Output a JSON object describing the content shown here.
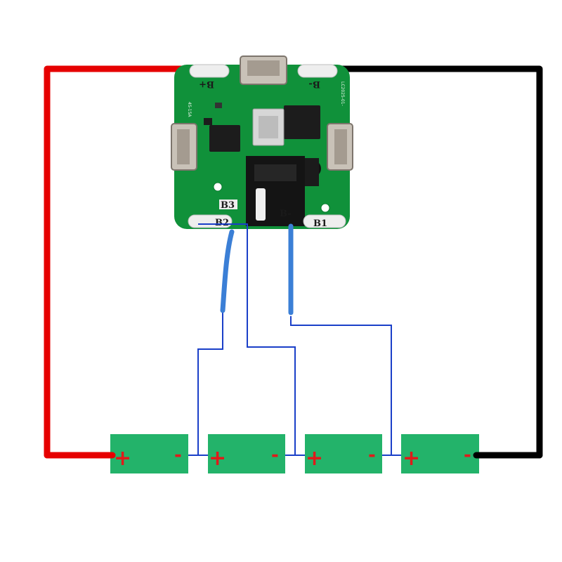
{
  "board": {
    "pads": {
      "b_plus": "B+",
      "b_minus": "B-",
      "b3": "B3",
      "b2": "B2",
      "b1": "B1",
      "b_minus_small": "B-"
    },
    "silkscreen": {
      "left_code": "4S-15A",
      "right_code": "LC2025-01-"
    }
  },
  "cells": [
    {
      "positive": "+",
      "negative": "-"
    },
    {
      "positive": "+",
      "negative": "-"
    },
    {
      "positive": "+",
      "negative": "-"
    },
    {
      "positive": "+",
      "negative": "-"
    }
  ],
  "colors": {
    "pcb": "#10913a",
    "pcb_dark": "#0b7a30",
    "cell": "#23b36a",
    "positive_sign": "#e01a1a",
    "negative_sign": "#e01a1a",
    "positive_wire": "#e60000",
    "negative_wire": "#000000",
    "balance_wire": "#1a3fc8",
    "insulated_wire": "#3b7fd6"
  }
}
